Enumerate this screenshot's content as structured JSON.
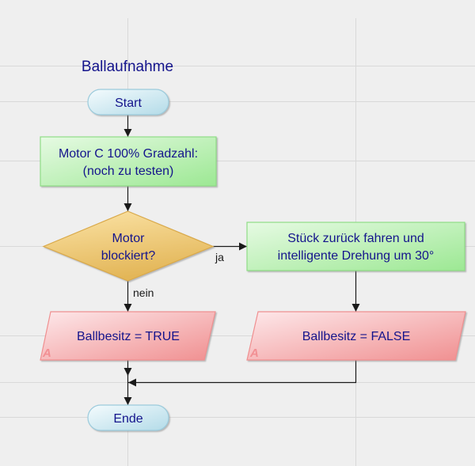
{
  "diagram": {
    "title": "Ballaufnahme",
    "nodes": {
      "start": {
        "type": "terminal",
        "label": "Start"
      },
      "motor_c": {
        "type": "process",
        "lines": [
          "Motor C 100% Gradzahl:",
          "(noch zu testen)"
        ]
      },
      "decision": {
        "type": "decision",
        "lines": [
          "Motor",
          "blockiert?"
        ]
      },
      "retreat": {
        "type": "process",
        "lines": [
          "Stück zurück fahren und",
          "intelligente Drehung um 30°"
        ]
      },
      "output_true": {
        "type": "output",
        "label": "Ballbesitz = TRUE",
        "marker": "A"
      },
      "output_false": {
        "type": "output",
        "label": "Ballbesitz = FALSE",
        "marker": "A"
      },
      "end": {
        "type": "terminal",
        "label": "Ende"
      }
    },
    "edges": [
      {
        "from": "start",
        "to": "motor_c",
        "label": ""
      },
      {
        "from": "motor_c",
        "to": "decision",
        "label": ""
      },
      {
        "from": "decision",
        "to": "retreat",
        "label": "ja"
      },
      {
        "from": "decision",
        "to": "output_true",
        "label": "nein"
      },
      {
        "from": "retreat",
        "to": "output_false",
        "label": ""
      },
      {
        "from": "output_true",
        "to": "end",
        "label": ""
      },
      {
        "from": "output_false",
        "to": "end",
        "label": ""
      }
    ],
    "colors": {
      "background": "#efefef",
      "grid": "#d9d9d9",
      "text": "#14148c",
      "terminal_fill_light": "#f4fbfd",
      "terminal_fill_dark": "#b3dbe8",
      "terminal_stroke": "#9ccbdc",
      "process_fill_light": "#e6fae3",
      "process_fill_dark": "#9ce893",
      "process_stroke": "#8fdc86",
      "decision_fill_light": "#fbe3a6",
      "decision_fill_dark": "#e3b658",
      "decision_stroke": "#d9a94a",
      "output_fill_light": "#fde8ea",
      "output_fill_dark": "#f08f90",
      "output_stroke": "#ef8f90",
      "output_marker": "#f28f93",
      "connector": "#1a1a1a"
    }
  }
}
